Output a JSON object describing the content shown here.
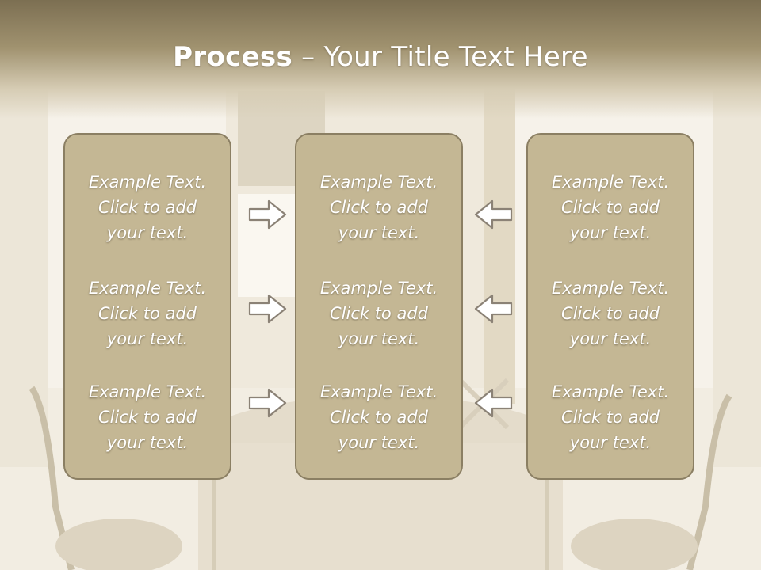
{
  "slide": {
    "title_bold": "Process",
    "title_rest": " – Your Title Text Here"
  },
  "columns": [
    {
      "items": [
        {
          "line1": "Example Text.",
          "line2": "Click  to add",
          "line3": "your text."
        },
        {
          "line1": "Example Text.",
          "line2": "Click  to add",
          "line3": "your text."
        },
        {
          "line1": "Example Text.",
          "line2": "Click  to add",
          "line3": "your text."
        }
      ]
    },
    {
      "items": [
        {
          "line1": "Example Text.",
          "line2": "Click  to add",
          "line3": "your text."
        },
        {
          "line1": "Example Text.",
          "line2": "Click  to add",
          "line3": "your text."
        },
        {
          "line1": "Example Text.",
          "line2": "Click  to add",
          "line3": "your text."
        }
      ]
    },
    {
      "items": [
        {
          "line1": "Example Text.",
          "line2": "Click  to add",
          "line3": "your text."
        },
        {
          "line1": "Example Text.",
          "line2": "Click  to add",
          "line3": "your text."
        },
        {
          "line1": "Example Text.",
          "line2": "Click  to add",
          "line3": "your text."
        }
      ]
    }
  ],
  "icons": {
    "left_arrows": "arrow-right-icon",
    "right_arrows": "arrow-left-icon"
  },
  "colors": {
    "panel_fill": "#c4b794",
    "panel_border": "#8b7f63",
    "header": "#7c6f52",
    "text": "#ffffff"
  }
}
